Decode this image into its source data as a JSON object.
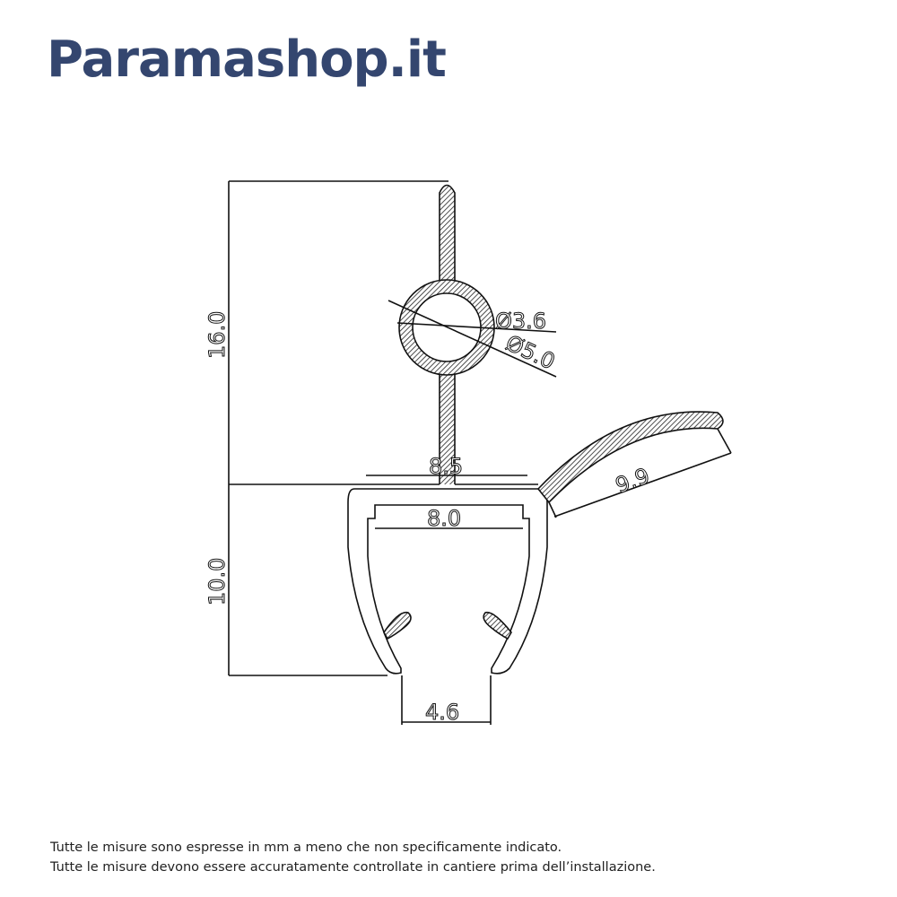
{
  "brand": {
    "logo_text": "Paramashop.it",
    "color": "#34466f"
  },
  "drawing": {
    "dimensions": {
      "fin_height": "16.0",
      "channel_height": "10.0",
      "outer_diameter": "Ø5.0",
      "inner_diameter": "Ø3.6",
      "top_width": "8.5",
      "inner_width": "8.0",
      "opening_width": "4.6",
      "lip_length": "9.9"
    }
  },
  "notes": [
    "Tutte le misure sono espresse in mm a meno che non specificamente indicato.",
    "Tutte le misure devono essere accuratamente controllate in cantiere prima dell’installazione."
  ]
}
